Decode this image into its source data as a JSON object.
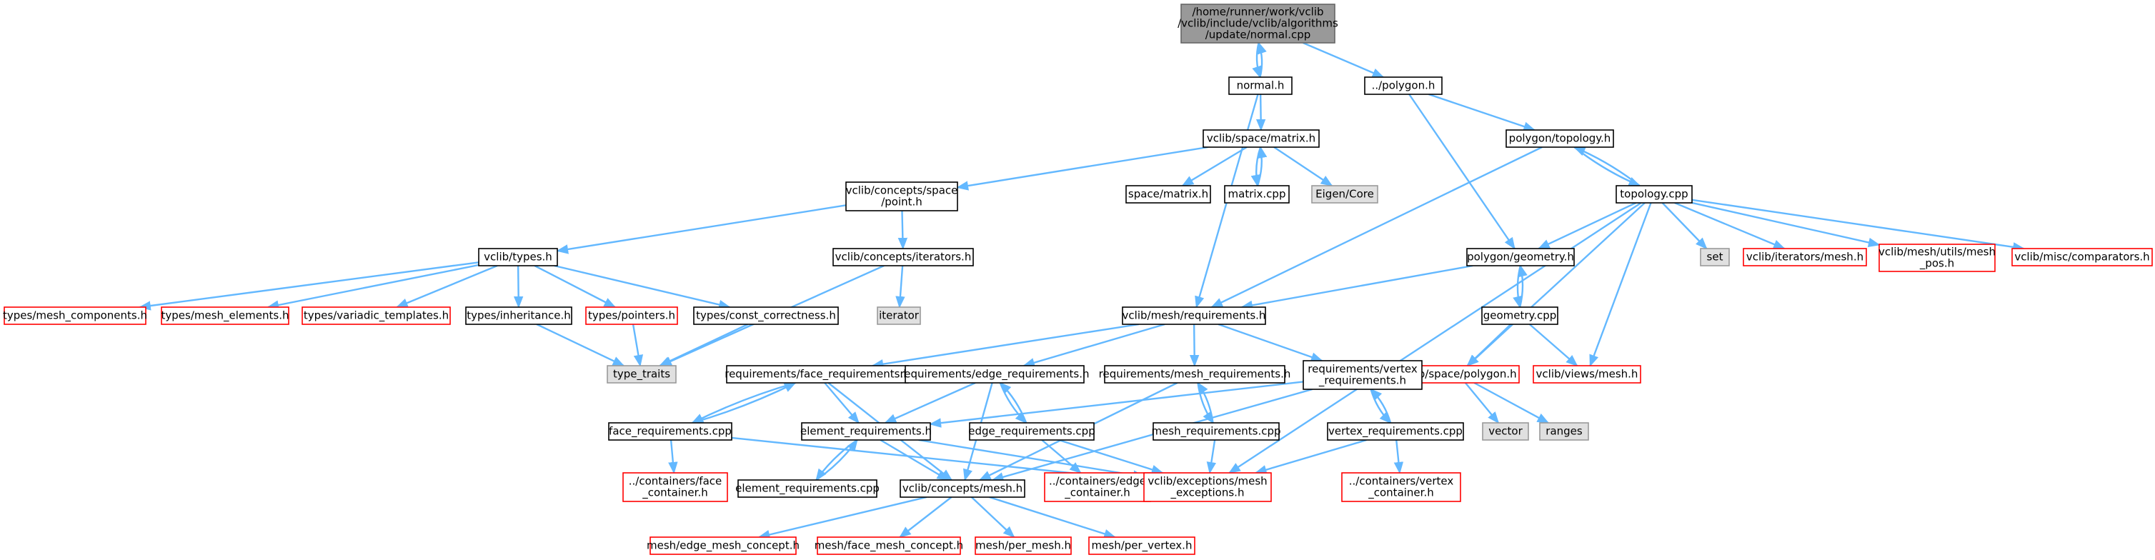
{
  "colors": {
    "edge": "#63b8ff",
    "root_fill": "#999999",
    "root_border": "#666666",
    "normal_fill": "#ffffff",
    "normal_border": "#000000",
    "missing_fill": "#ffffff",
    "missing_border": "#ff0000",
    "system_fill": "#e0e0e0",
    "system_border": "#999999"
  },
  "nodes": [
    {
      "id": "root",
      "style": "root",
      "lines": [
        "/home/runner/work/vclib",
        "/vclib/include/vclib/algorithms",
        "/update/normal.cpp"
      ]
    },
    {
      "id": "normal_h",
      "style": "normal",
      "lines": [
        "normal.h"
      ]
    },
    {
      "id": "polygon_h",
      "style": "normal",
      "lines": [
        "../polygon.h"
      ]
    },
    {
      "id": "space_matrix_h",
      "style": "normal",
      "lines": [
        "vclib/space/matrix.h"
      ]
    },
    {
      "id": "polygon_topology_h",
      "style": "normal",
      "lines": [
        "polygon/topology.h"
      ]
    },
    {
      "id": "concepts_space_point_h",
      "style": "normal",
      "lines": [
        "vclib/concepts/space",
        "/point.h"
      ]
    },
    {
      "id": "space_matrix_h2",
      "style": "normal",
      "lines": [
        "space/matrix.h"
      ]
    },
    {
      "id": "matrix_cpp",
      "style": "normal",
      "lines": [
        "matrix.cpp"
      ]
    },
    {
      "id": "eigen_core",
      "style": "system",
      "lines": [
        "Eigen/Core"
      ]
    },
    {
      "id": "topology_cpp",
      "style": "normal",
      "lines": [
        "topology.cpp"
      ]
    },
    {
      "id": "set",
      "style": "system",
      "lines": [
        "set"
      ]
    },
    {
      "id": "iterators_mesh_h",
      "style": "missing",
      "lines": [
        "vclib/iterators/mesh.h"
      ]
    },
    {
      "id": "mesh_utils_mesh_pos_h",
      "style": "missing",
      "lines": [
        "vclib/mesh/utils/mesh",
        "_pos.h"
      ]
    },
    {
      "id": "misc_comparators_h",
      "style": "missing",
      "lines": [
        "vclib/misc/comparators.h"
      ]
    },
    {
      "id": "vclib_types_h",
      "style": "normal",
      "lines": [
        "vclib/types.h"
      ]
    },
    {
      "id": "concepts_iterators_h",
      "style": "normal",
      "lines": [
        "vclib/concepts/iterators.h"
      ]
    },
    {
      "id": "polygon_geometry_h",
      "style": "normal",
      "lines": [
        "polygon/geometry.h"
      ]
    },
    {
      "id": "iterator",
      "style": "system",
      "lines": [
        "iterator"
      ]
    },
    {
      "id": "mesh_requirements_h",
      "style": "normal",
      "lines": [
        "vclib/mesh/requirements.h"
      ]
    },
    {
      "id": "geometry_cpp",
      "style": "normal",
      "lines": [
        "geometry.cpp"
      ]
    },
    {
      "id": "types_mesh_components_h",
      "style": "missing",
      "lines": [
        "types/mesh_components.h"
      ]
    },
    {
      "id": "types_mesh_elements_h",
      "style": "missing",
      "lines": [
        "types/mesh_elements.h"
      ]
    },
    {
      "id": "types_variadic_templates_h",
      "style": "missing",
      "lines": [
        "types/variadic_templates.h"
      ]
    },
    {
      "id": "types_inheritance_h",
      "style": "normal",
      "lines": [
        "types/inheritance.h"
      ]
    },
    {
      "id": "types_pointers_h",
      "style": "missing",
      "lines": [
        "types/pointers.h"
      ]
    },
    {
      "id": "types_const_correctness_h",
      "style": "normal",
      "lines": [
        "types/const_correctness.h"
      ]
    },
    {
      "id": "vclib_space_polygon_h",
      "style": "missing",
      "lines": [
        "vclib/space/polygon.h"
      ]
    },
    {
      "id": "vclib_views_mesh_h",
      "style": "missing",
      "lines": [
        "vclib/views/mesh.h"
      ]
    },
    {
      "id": "type_traits",
      "style": "system",
      "lines": [
        "type_traits"
      ]
    },
    {
      "id": "req_face_requirements_h",
      "style": "normal",
      "lines": [
        "requirements/face_requirements.h"
      ]
    },
    {
      "id": "req_edge_requirements_h",
      "style": "normal",
      "lines": [
        "requirements/edge_requirements.h"
      ]
    },
    {
      "id": "req_mesh_requirements_h",
      "style": "normal",
      "lines": [
        "requirements/mesh_requirements.h"
      ]
    },
    {
      "id": "req_vertex_requirements_h",
      "style": "normal",
      "lines": [
        "requirements/vertex",
        "_requirements.h"
      ]
    },
    {
      "id": "vector",
      "style": "system",
      "lines": [
        "vector"
      ]
    },
    {
      "id": "ranges",
      "style": "system",
      "lines": [
        "ranges"
      ]
    },
    {
      "id": "face_requirements_cpp",
      "style": "normal",
      "lines": [
        "face_requirements.cpp"
      ]
    },
    {
      "id": "element_requirements_h",
      "style": "normal",
      "lines": [
        "element_requirements.h"
      ]
    },
    {
      "id": "edge_requirements_cpp",
      "style": "normal",
      "lines": [
        "edge_requirements.cpp"
      ]
    },
    {
      "id": "mesh_requirements_cpp",
      "style": "normal",
      "lines": [
        "mesh_requirements.cpp"
      ]
    },
    {
      "id": "vertex_requirements_cpp",
      "style": "normal",
      "lines": [
        "vertex_requirements.cpp"
      ]
    },
    {
      "id": "containers_face_container_h",
      "style": "missing",
      "lines": [
        "../containers/face",
        "_container.h"
      ]
    },
    {
      "id": "element_requirements_cpp",
      "style": "normal",
      "lines": [
        "element_requirements.cpp"
      ]
    },
    {
      "id": "concepts_mesh_h",
      "style": "normal",
      "lines": [
        "vclib/concepts/mesh.h"
      ]
    },
    {
      "id": "containers_edge_container_h",
      "style": "missing",
      "lines": [
        "../containers/edge",
        "_container.h"
      ]
    },
    {
      "id": "exceptions_mesh_exceptions_h",
      "style": "missing",
      "lines": [
        "vclib/exceptions/mesh",
        "_exceptions.h"
      ]
    },
    {
      "id": "containers_vertex_container_h",
      "style": "missing",
      "lines": [
        "../containers/vertex",
        "_container.h"
      ]
    },
    {
      "id": "mesh_edge_mesh_concept_h",
      "style": "missing",
      "lines": [
        "mesh/edge_mesh_concept.h"
      ]
    },
    {
      "id": "mesh_face_mesh_concept_h",
      "style": "missing",
      "lines": [
        "mesh/face_mesh_concept.h"
      ]
    },
    {
      "id": "mesh_per_mesh_h",
      "style": "missing",
      "lines": [
        "mesh/per_mesh.h"
      ]
    },
    {
      "id": "mesh_per_vertex_h",
      "style": "missing",
      "lines": [
        "mesh/per_vertex.h"
      ]
    }
  ],
  "edges": [
    [
      "root",
      "normal_h"
    ],
    [
      "normal_h",
      "root"
    ],
    [
      "root",
      "polygon_h"
    ],
    [
      "normal_h",
      "space_matrix_h"
    ],
    [
      "normal_h",
      "mesh_requirements_h"
    ],
    [
      "polygon_h",
      "polygon_topology_h"
    ],
    [
      "polygon_h",
      "polygon_geometry_h"
    ],
    [
      "space_matrix_h",
      "concepts_space_point_h"
    ],
    [
      "space_matrix_h",
      "space_matrix_h2"
    ],
    [
      "space_matrix_h",
      "matrix_cpp"
    ],
    [
      "matrix_cpp",
      "space_matrix_h"
    ],
    [
      "space_matrix_h",
      "eigen_core"
    ],
    [
      "polygon_topology_h",
      "topology_cpp"
    ],
    [
      "topology_cpp",
      "polygon_topology_h"
    ],
    [
      "polygon_topology_h",
      "mesh_requirements_h"
    ],
    [
      "topology_cpp",
      "set"
    ],
    [
      "topology_cpp",
      "iterators_mesh_h"
    ],
    [
      "topology_cpp",
      "mesh_utils_mesh_pos_h"
    ],
    [
      "topology_cpp",
      "misc_comparators_h"
    ],
    [
      "topology_cpp",
      "polygon_geometry_h"
    ],
    [
      "topology_cpp",
      "vclib_space_polygon_h"
    ],
    [
      "topology_cpp",
      "vclib_views_mesh_h"
    ],
    [
      "topology_cpp",
      "exceptions_mesh_exceptions_h"
    ],
    [
      "concepts_space_point_h",
      "vclib_types_h"
    ],
    [
      "concepts_space_point_h",
      "concepts_iterators_h"
    ],
    [
      "vclib_types_h",
      "types_mesh_components_h"
    ],
    [
      "vclib_types_h",
      "types_mesh_elements_h"
    ],
    [
      "vclib_types_h",
      "types_variadic_templates_h"
    ],
    [
      "vclib_types_h",
      "types_inheritance_h"
    ],
    [
      "vclib_types_h",
      "types_pointers_h"
    ],
    [
      "vclib_types_h",
      "types_const_correctness_h"
    ],
    [
      "types_inheritance_h",
      "type_traits"
    ],
    [
      "types_pointers_h",
      "type_traits"
    ],
    [
      "types_const_correctness_h",
      "type_traits"
    ],
    [
      "concepts_iterators_h",
      "iterator"
    ],
    [
      "concepts_iterators_h",
      "type_traits"
    ],
    [
      "polygon_geometry_h",
      "mesh_requirements_h"
    ],
    [
      "polygon_geometry_h",
      "geometry_cpp"
    ],
    [
      "geometry_cpp",
      "polygon_geometry_h"
    ],
    [
      "geometry_cpp",
      "vclib_space_polygon_h"
    ],
    [
      "geometry_cpp",
      "vclib_views_mesh_h"
    ],
    [
      "vclib_space_polygon_h",
      "vector"
    ],
    [
      "vclib_space_polygon_h",
      "ranges"
    ],
    [
      "mesh_requirements_h",
      "req_face_requirements_h"
    ],
    [
      "mesh_requirements_h",
      "req_edge_requirements_h"
    ],
    [
      "mesh_requirements_h",
      "req_mesh_requirements_h"
    ],
    [
      "mesh_requirements_h",
      "req_vertex_requirements_h"
    ],
    [
      "req_face_requirements_h",
      "face_requirements_cpp"
    ],
    [
      "face_requirements_cpp",
      "req_face_requirements_h"
    ],
    [
      "req_face_requirements_h",
      "element_requirements_h"
    ],
    [
      "req_face_requirements_h",
      "concepts_mesh_h"
    ],
    [
      "face_requirements_cpp",
      "containers_face_container_h"
    ],
    [
      "face_requirements_cpp",
      "exceptions_mesh_exceptions_h"
    ],
    [
      "req_edge_requirements_h",
      "element_requirements_h"
    ],
    [
      "req_edge_requirements_h",
      "edge_requirements_cpp"
    ],
    [
      "edge_requirements_cpp",
      "req_edge_requirements_h"
    ],
    [
      "req_edge_requirements_h",
      "concepts_mesh_h"
    ],
    [
      "edge_requirements_cpp",
      "containers_edge_container_h"
    ],
    [
      "edge_requirements_cpp",
      "exceptions_mesh_exceptions_h"
    ],
    [
      "req_mesh_requirements_h",
      "mesh_requirements_cpp"
    ],
    [
      "mesh_requirements_cpp",
      "req_mesh_requirements_h"
    ],
    [
      "req_mesh_requirements_h",
      "concepts_mesh_h"
    ],
    [
      "mesh_requirements_cpp",
      "exceptions_mesh_exceptions_h"
    ],
    [
      "req_vertex_requirements_h",
      "element_requirements_h"
    ],
    [
      "req_vertex_requirements_h",
      "vertex_requirements_cpp"
    ],
    [
      "vertex_requirements_cpp",
      "req_vertex_requirements_h"
    ],
    [
      "req_vertex_requirements_h",
      "concepts_mesh_h"
    ],
    [
      "vertex_requirements_cpp",
      "containers_vertex_container_h"
    ],
    [
      "vertex_requirements_cpp",
      "exceptions_mesh_exceptions_h"
    ],
    [
      "element_requirements_h",
      "element_requirements_cpp"
    ],
    [
      "element_requirements_cpp",
      "element_requirements_h"
    ],
    [
      "element_requirements_h",
      "concepts_mesh_h"
    ],
    [
      "element_requirements_h",
      "exceptions_mesh_exceptions_h"
    ],
    [
      "concepts_mesh_h",
      "mesh_edge_mesh_concept_h"
    ],
    [
      "concepts_mesh_h",
      "mesh_face_mesh_concept_h"
    ],
    [
      "concepts_mesh_h",
      "mesh_per_mesh_h"
    ],
    [
      "concepts_mesh_h",
      "mesh_per_vertex_h"
    ]
  ]
}
